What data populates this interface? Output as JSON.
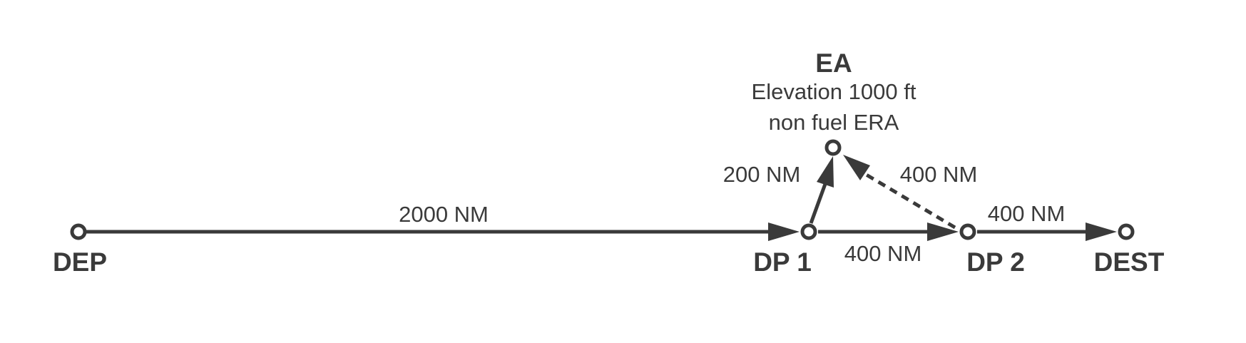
{
  "nodes": {
    "dep": {
      "label": "DEP"
    },
    "dp1": {
      "label": "DP 1"
    },
    "dp2": {
      "label": "DP 2"
    },
    "dest": {
      "label": "DEST"
    },
    "ea": {
      "label": "EA",
      "line1": "Elevation 1000 ft",
      "line2": "non fuel ERA"
    }
  },
  "edges": {
    "dep_dp1": {
      "distance": "2000 NM"
    },
    "dp1_dp2": {
      "distance": "400 NM"
    },
    "dp2_dest": {
      "distance": "400 NM"
    },
    "dp1_ea": {
      "distance": "200 NM"
    },
    "dp2_ea": {
      "distance": "400 NM",
      "style": "dashed"
    }
  },
  "colors": {
    "ink": "#3a3a3a",
    "background": "#ffffff"
  }
}
